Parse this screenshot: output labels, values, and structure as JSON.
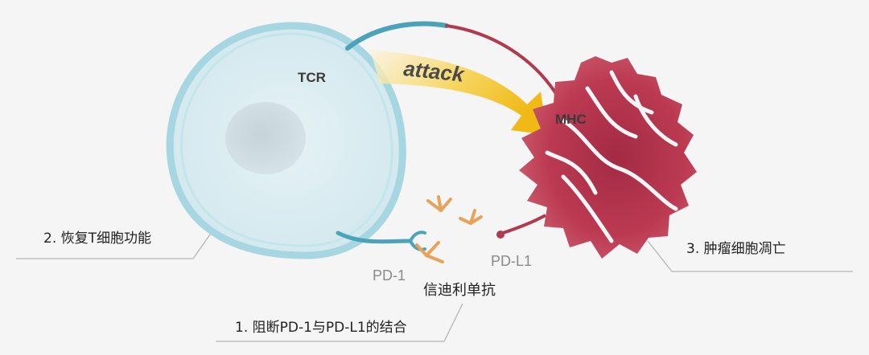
{
  "labels": {
    "tcr": "TCR",
    "attack": "attack",
    "mhc": "MHC",
    "pd1": "PD-1",
    "pdl1": "PD-L1",
    "drug": "信迪利单抗",
    "step1": "1. 阻断PD-1与PD-L1的结合",
    "step2": "2. 恢复T细胞功能",
    "step3": "3. 肿瘤细胞凋亡"
  },
  "colors": {
    "background": "#f5f5f5",
    "t_cell_fill": "#dcedf1",
    "t_cell_rim": "#9fd3de",
    "nucleus": "#cfdde3",
    "tumor": "#b8324c",
    "tcr_blue": "#4aa3b8",
    "mhc_red": "#b03a4e",
    "arrow_yellow": "#f2c11a",
    "antibody_orange": "#e8a35a"
  }
}
